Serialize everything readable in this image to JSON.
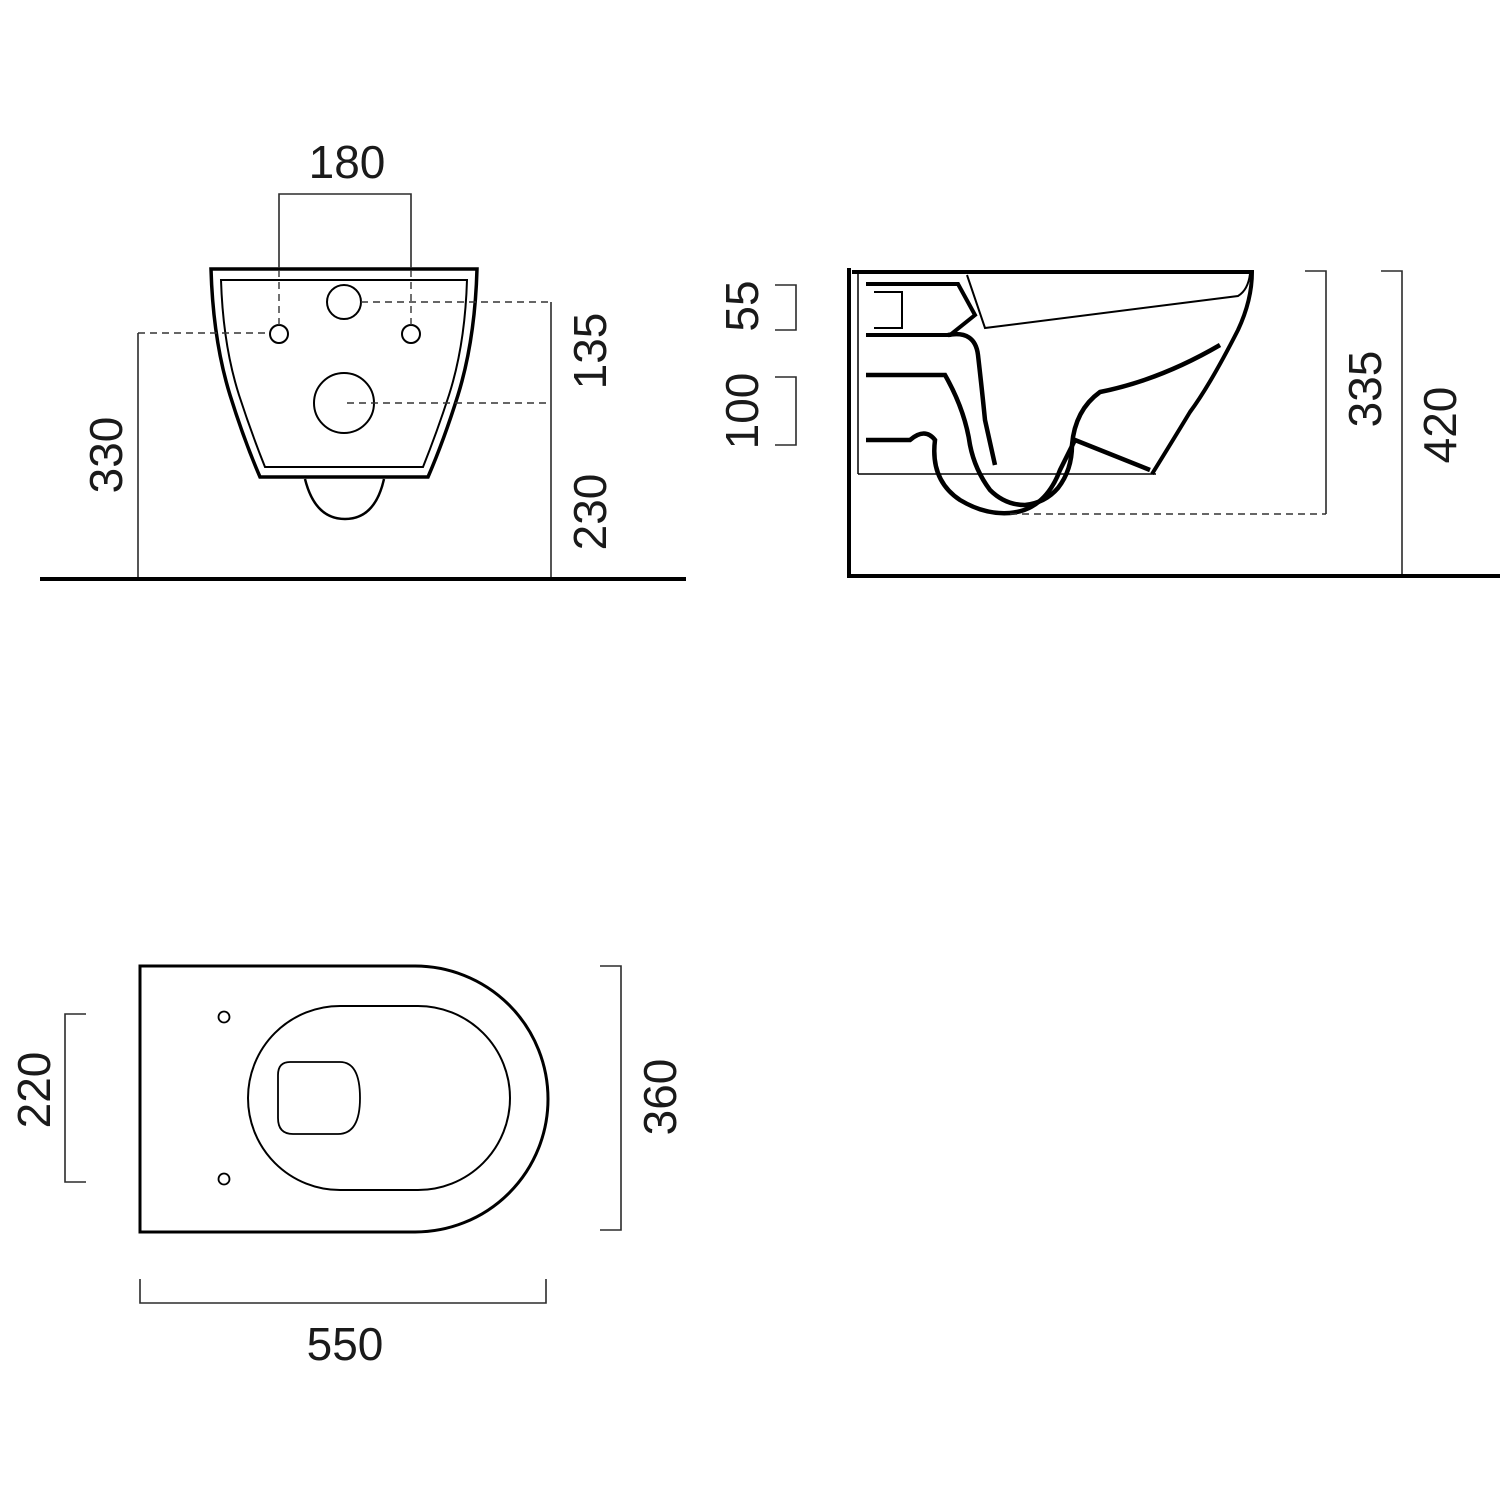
{
  "colors": {
    "ink": "#000000",
    "paper": "#ffffff"
  },
  "front_view": {
    "dim_bolt_spacing": "180",
    "dim_outlet_height": "330",
    "dim_inlet_offset": "135",
    "dim_outlet_offset": "230"
  },
  "side_view": {
    "dim_inlet_pipe": "55",
    "dim_outlet_pipe": "100",
    "dim_outlet_bottom": "335",
    "dim_total_height": "420"
  },
  "top_view": {
    "dim_bolt_spacing": "220",
    "dim_width": "360",
    "dim_length": "550"
  }
}
